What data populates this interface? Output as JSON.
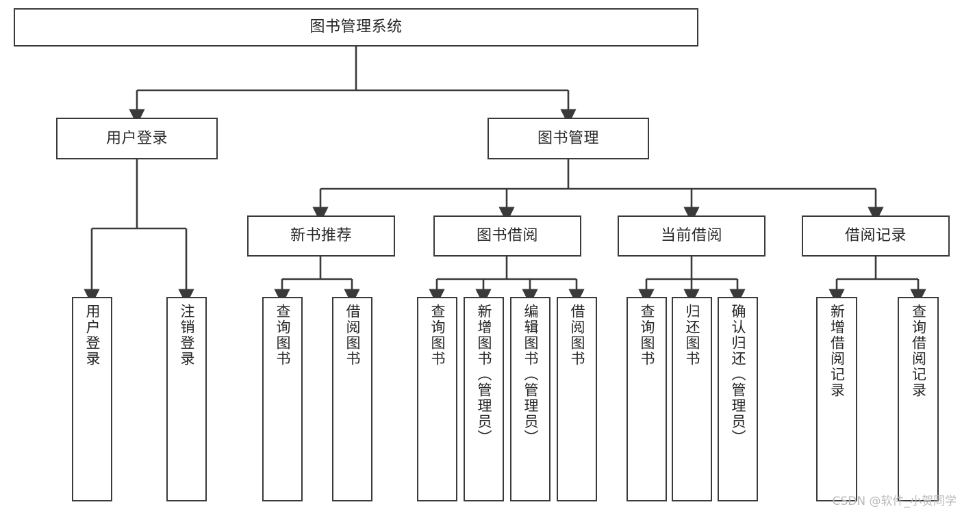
{
  "diagram": {
    "title": "图书管理系统",
    "type": "tree-hierarchy-chart",
    "root": {
      "id": "root",
      "label": "图书管理系统"
    },
    "level2": [
      {
        "id": "user-login",
        "label": "用户登录"
      },
      {
        "id": "book-manage",
        "label": "图书管理"
      }
    ],
    "level3": [
      {
        "id": "new-book-recommend",
        "label": "新书推荐"
      },
      {
        "id": "book-borrow",
        "label": "图书借阅"
      },
      {
        "id": "current-borrow",
        "label": "当前借阅"
      },
      {
        "id": "borrow-record",
        "label": "借阅记录"
      }
    ],
    "leaves": {
      "user_login": [
        {
          "id": "leaf-user-login",
          "label": "用户登录"
        },
        {
          "id": "leaf-logout-login",
          "label": "注销登录"
        }
      ],
      "new_book_recommend": [
        {
          "id": "leaf-query-book-1",
          "label": "查询图书"
        },
        {
          "id": "leaf-borrow-book-1",
          "label": "借阅图书"
        }
      ],
      "book_borrow": [
        {
          "id": "leaf-query-book-2",
          "label": "查询图书"
        },
        {
          "id": "leaf-add-book",
          "label": "新增图书（管理员）"
        },
        {
          "id": "leaf-edit-book",
          "label": "编辑图书（管理员）"
        },
        {
          "id": "leaf-borrow-book-2",
          "label": "借阅图书"
        }
      ],
      "current_borrow": [
        {
          "id": "leaf-query-book-3",
          "label": "查询图书"
        },
        {
          "id": "leaf-return-book",
          "label": "归还图书"
        },
        {
          "id": "leaf-confirm-return",
          "label": "确认归还（管理员）"
        }
      ],
      "borrow_record": [
        {
          "id": "leaf-add-borrow-record",
          "label": "新增借阅记录"
        },
        {
          "id": "leaf-query-borrow-record",
          "label": "查询借阅记录"
        }
      ]
    },
    "colors": {
      "stroke": "#3a3a3a",
      "fill": "#ffffff",
      "text": "#262626",
      "watermark": "#b9b9b9"
    }
  },
  "watermark": {
    "text": "CSDN @软件_小贺同学"
  }
}
